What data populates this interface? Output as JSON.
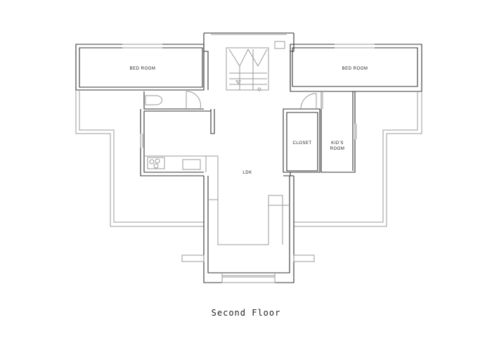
{
  "title": "Second Floor",
  "rooms": {
    "bedroom_left": "BED  ROOM",
    "bedroom_right": "BED  ROOM",
    "closet": "CLOSET",
    "kids_room_line1": "KID'S",
    "kids_room_line2": "ROOM",
    "ldk": "LDK"
  }
}
